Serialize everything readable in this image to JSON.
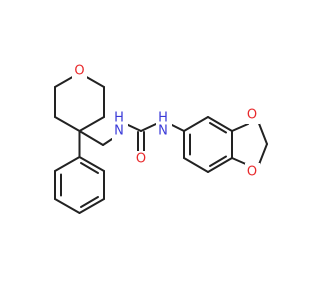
{
  "molecule": {
    "colors": {
      "bond": "#222222",
      "oxygen": "#e8292b",
      "nitrogen": "#3a3ad8",
      "background": "#ffffff"
    },
    "atoms": {
      "o_pyran": "O",
      "nh_left": "N",
      "h_left": "H",
      "nh_right": "N",
      "h_right": "H",
      "o_carbonyl": "O",
      "o_dioxole_top": "O",
      "o_dioxole_bottom": "O"
    }
  }
}
